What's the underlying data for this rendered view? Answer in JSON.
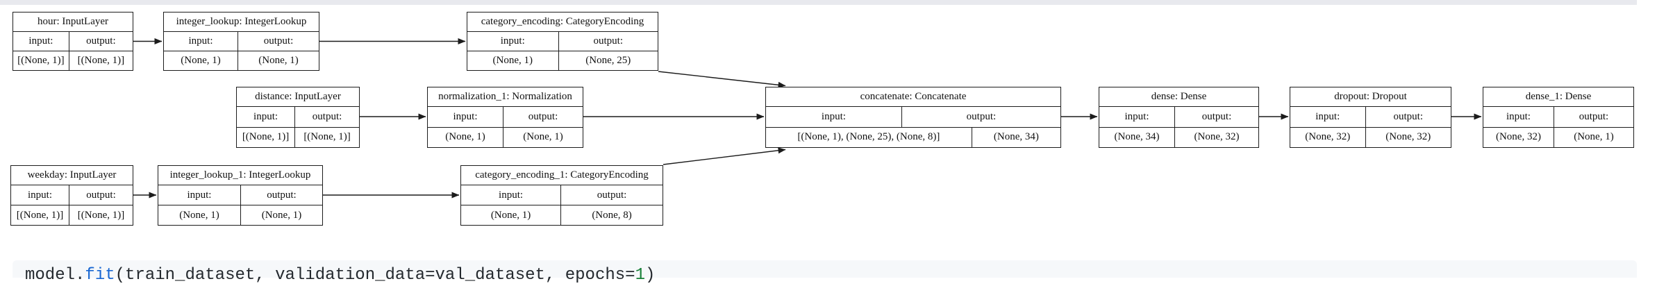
{
  "colors": {
    "top_band": "#e8e9ee",
    "node_border": "#1c1c1c",
    "code_background": "#f6f8fa",
    "code_text": "#24292e",
    "code_method_blue": "#1967d2",
    "code_number_green": "#188038"
  },
  "diagram": {
    "nodes": [
      {
        "id": "hour",
        "title": "hour: InputLayer",
        "input_label": "input:",
        "output_label": "output:",
        "input_shape": "[(None, 1)]",
        "output_shape": "[(None, 1)]"
      },
      {
        "id": "integer_lookup",
        "title": "integer_lookup: IntegerLookup",
        "input_label": "input:",
        "output_label": "output:",
        "input_shape": "(None, 1)",
        "output_shape": "(None, 1)"
      },
      {
        "id": "category_encoding",
        "title": "category_encoding: CategoryEncoding",
        "input_label": "input:",
        "output_label": "output:",
        "input_shape": "(None, 1)",
        "output_shape": "(None, 25)"
      },
      {
        "id": "distance",
        "title": "distance: InputLayer",
        "input_label": "input:",
        "output_label": "output:",
        "input_shape": "[(None, 1)]",
        "output_shape": "[(None, 1)]"
      },
      {
        "id": "normalization_1",
        "title": "normalization_1: Normalization",
        "input_label": "input:",
        "output_label": "output:",
        "input_shape": "(None, 1)",
        "output_shape": "(None, 1)"
      },
      {
        "id": "concatenate",
        "title": "concatenate: Concatenate",
        "input_label": "input:",
        "output_label": "output:",
        "input_shape": "[(None, 1), (None, 25), (None, 8)]",
        "output_shape": "(None, 34)"
      },
      {
        "id": "dense",
        "title": "dense: Dense",
        "input_label": "input:",
        "output_label": "output:",
        "input_shape": "(None, 34)",
        "output_shape": "(None, 32)"
      },
      {
        "id": "dropout",
        "title": "dropout: Dropout",
        "input_label": "input:",
        "output_label": "output:",
        "input_shape": "(None, 32)",
        "output_shape": "(None, 32)"
      },
      {
        "id": "dense_1",
        "title": "dense_1: Dense",
        "input_label": "input:",
        "output_label": "output:",
        "input_shape": "(None, 32)",
        "output_shape": "(None, 1)"
      },
      {
        "id": "weekday",
        "title": "weekday: InputLayer",
        "input_label": "input:",
        "output_label": "output:",
        "input_shape": "[(None, 1)]",
        "output_shape": "[(None, 1)]"
      },
      {
        "id": "integer_lookup_1",
        "title": "integer_lookup_1: IntegerLookup",
        "input_label": "input:",
        "output_label": "output:",
        "input_shape": "(None, 1)",
        "output_shape": "(None, 1)"
      },
      {
        "id": "category_encoding_1",
        "title": "category_encoding_1: CategoryEncoding",
        "input_label": "input:",
        "output_label": "output:",
        "input_shape": "(None, 1)",
        "output_shape": "(None, 8)"
      }
    ],
    "edges": [
      {
        "from": "hour",
        "to": "integer_lookup"
      },
      {
        "from": "integer_lookup",
        "to": "category_encoding"
      },
      {
        "from": "category_encoding",
        "to": "concatenate"
      },
      {
        "from": "distance",
        "to": "normalization_1"
      },
      {
        "from": "normalization_1",
        "to": "concatenate"
      },
      {
        "from": "concatenate",
        "to": "dense"
      },
      {
        "from": "dense",
        "to": "dropout"
      },
      {
        "from": "dropout",
        "to": "dense_1"
      },
      {
        "from": "weekday",
        "to": "integer_lookup_1"
      },
      {
        "from": "integer_lookup_1",
        "to": "category_encoding_1"
      },
      {
        "from": "category_encoding_1",
        "to": "concatenate"
      }
    ]
  },
  "code": {
    "tokens": {
      "t0": "model.",
      "t1": "fit",
      "t2": "(train_dataset, validation_data=val_dataset, epochs=",
      "t3": "1",
      "t4": ")"
    }
  }
}
